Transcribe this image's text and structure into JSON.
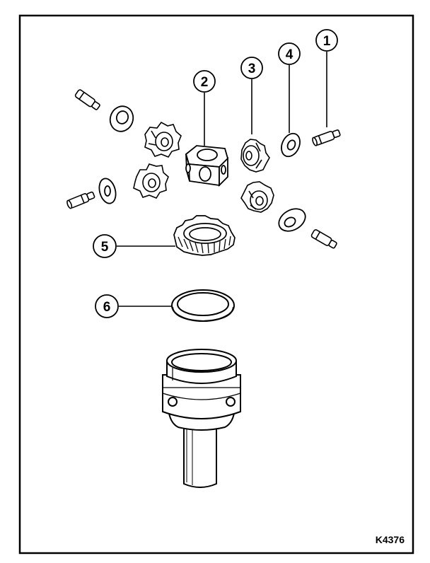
{
  "figure": {
    "reference_code": "K4376",
    "callouts": [
      {
        "number": "1",
        "part": "pin"
      },
      {
        "number": "2",
        "part": "spider-block"
      },
      {
        "number": "3",
        "part": "planet-pinion"
      },
      {
        "number": "4",
        "part": "thrust-washer"
      },
      {
        "number": "5",
        "part": "side-gear"
      },
      {
        "number": "6",
        "part": "shim-washer"
      }
    ]
  },
  "colors": {
    "ink": "#000000",
    "paper": "#ffffff"
  }
}
